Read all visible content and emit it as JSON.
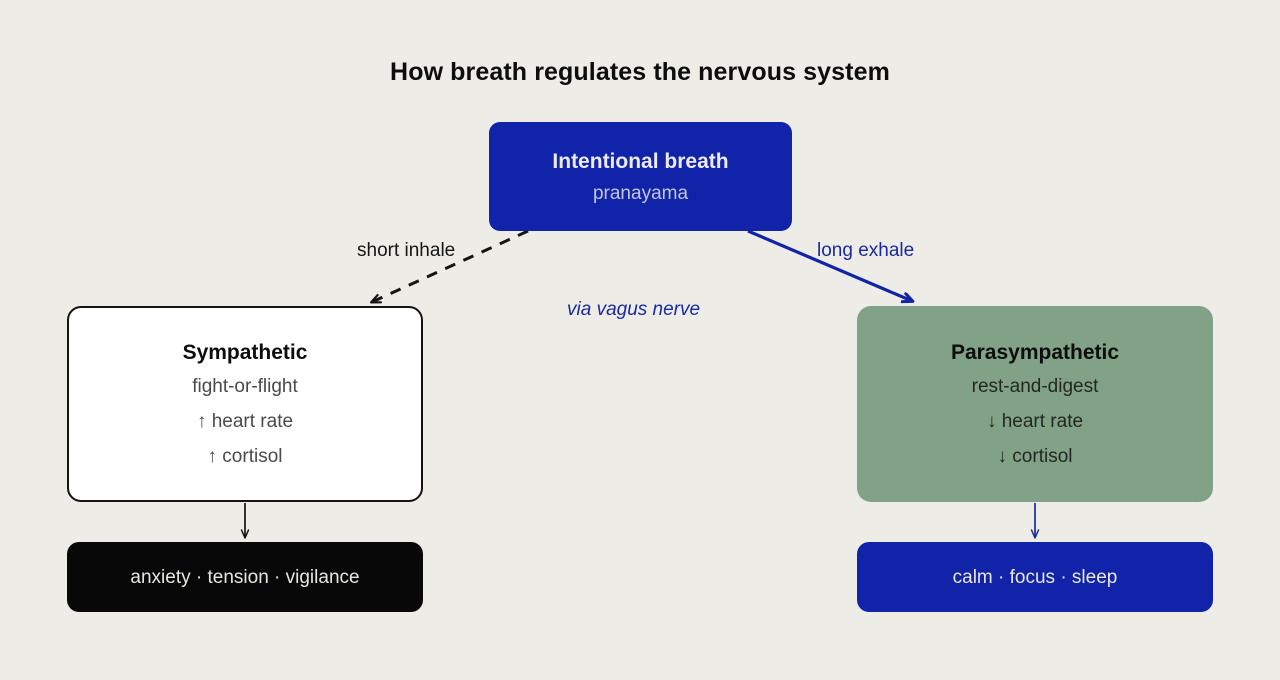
{
  "diagram": {
    "title": "How breath regulates the nervous system",
    "background_color": "#eeece7",
    "nodes": {
      "breath": {
        "title": "Intentional breath",
        "subtitle": "pranayama",
        "fill": "#1123a8",
        "text_color": "#eceaf3"
      },
      "sympathetic": {
        "title": "Sympathetic",
        "subtitle": "fight-or-flight",
        "lines": [
          "↑ heart rate",
          "↑ cortisol"
        ],
        "fill": "#ffffff",
        "border_color": "#131313",
        "text_color": "#4a4a4a"
      },
      "parasympathetic": {
        "title": "Parasympathetic",
        "subtitle": "rest-and-digest",
        "lines": [
          "↓ heart rate",
          "↓ cortisol"
        ],
        "fill": "#81a286",
        "text_color": "#232823"
      },
      "outcome_sympathetic": {
        "text": "anxiety · tension · vigilance",
        "fill": "#080808",
        "text_color": "#e8e6e1"
      },
      "outcome_parasympathetic": {
        "text": "calm · focus · sleep",
        "fill": "#1123a8",
        "text_color": "#e8e6e1"
      }
    },
    "edges": [
      {
        "id": "breath-to-sympathetic",
        "label": "short inhale",
        "style": "dashed",
        "color": "#151515",
        "from": "breath",
        "to": "sympathetic"
      },
      {
        "id": "breath-to-parasympathetic",
        "label": "long exhale",
        "style": "solid",
        "color": "#1a2a9c",
        "from": "breath",
        "to": "parasympathetic"
      },
      {
        "id": "sympathetic-to-outcome",
        "label": "",
        "style": "solid",
        "color": "#151515",
        "from": "sympathetic",
        "to": "outcome_sympathetic"
      },
      {
        "id": "parasympathetic-to-outcome",
        "label": "",
        "style": "solid",
        "color": "#1a2a9c",
        "from": "parasympathetic",
        "to": "outcome_parasympathetic"
      }
    ],
    "annotations": {
      "vagus": "via vagus nerve"
    }
  }
}
